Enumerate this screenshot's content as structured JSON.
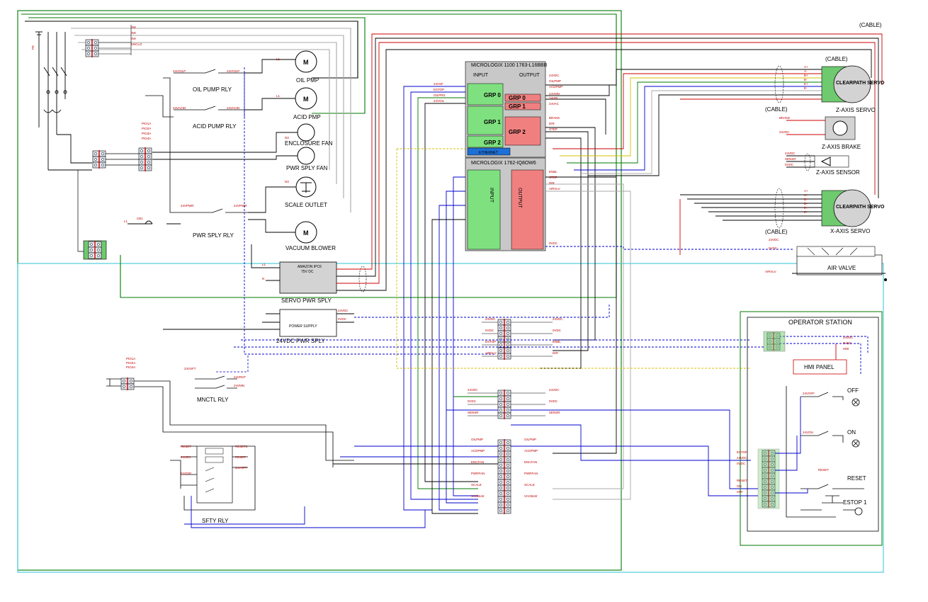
{
  "labels": {
    "oil_pump": "OIL PMP",
    "oil_pump_rly": "OIL PUMP RLY",
    "acid_pump": "ACID PMP",
    "acid_pump_rly": "ACID PUMP RLY",
    "enclosure_fan": "ENCLOSURE FAN",
    "pwr_sply_fan": "PWR SPLY FAN",
    "scale_outlet": "SCALE OUTLET",
    "pwr_sply_rly": "PWR SPLY RLY",
    "vacuum_blower": "VACUUM BLOWER",
    "servo_pwr_sply": "SERVO PWR SPLY",
    "servo_ps_top": "AMAZON IPC6",
    "servo_ps_v": "75V DC",
    "ps24_title": "24VDC PWR SPLY",
    "ps24_inner": "POWER SUPPLY",
    "mnctl_rly": "MNCTL RLY",
    "sfty_rly": "SFTY RLY",
    "operator_station": "OPERATOR STATION",
    "hmi_panel": "HMI PANEL",
    "off": "OFF",
    "on": "ON",
    "reset": "RESET",
    "estop": "ESTOP 1",
    "air_valve": "AIR VALVE",
    "z_axis_servo": "Z-AXIS SERVO",
    "x_axis_servo": "X-AXIS SERVO",
    "z_axis_brake": "Z-AXIS BRAKE",
    "z_axis_sensor": "Z-AXIS SENSOR",
    "clearpath_servo": "CLEARPATH SERVO",
    "cable": "(CABLE)",
    "grp0": "GRP 0",
    "grp1": "GRP 1",
    "grp2": "GRP 2",
    "ethernet": "ETHERNET",
    "input": "INPUT",
    "output": "OUTPUT",
    "plc_top_name": "MICROLOGIX 1100 1763-L16BBB",
    "plc_bot_name": "MICROLOGIX 1762-IQ8OW6",
    "motor_m": "M"
  },
  "colors": {
    "wire_black": "#000000",
    "wire_red": "#cc0000",
    "wire_green": "#007a00",
    "wire_blue": "#0000cc",
    "wire_grey": "#a8a8a8",
    "wire_yellow": "#d4c200",
    "wire_cyan": "#40c8d8",
    "plc_body": "#c8c8c8",
    "plc_green": "#7fe07f",
    "plc_red": "#f08080",
    "ethernet_blue": "#1e6fd6",
    "servo_green": "#6fc96f"
  }
}
